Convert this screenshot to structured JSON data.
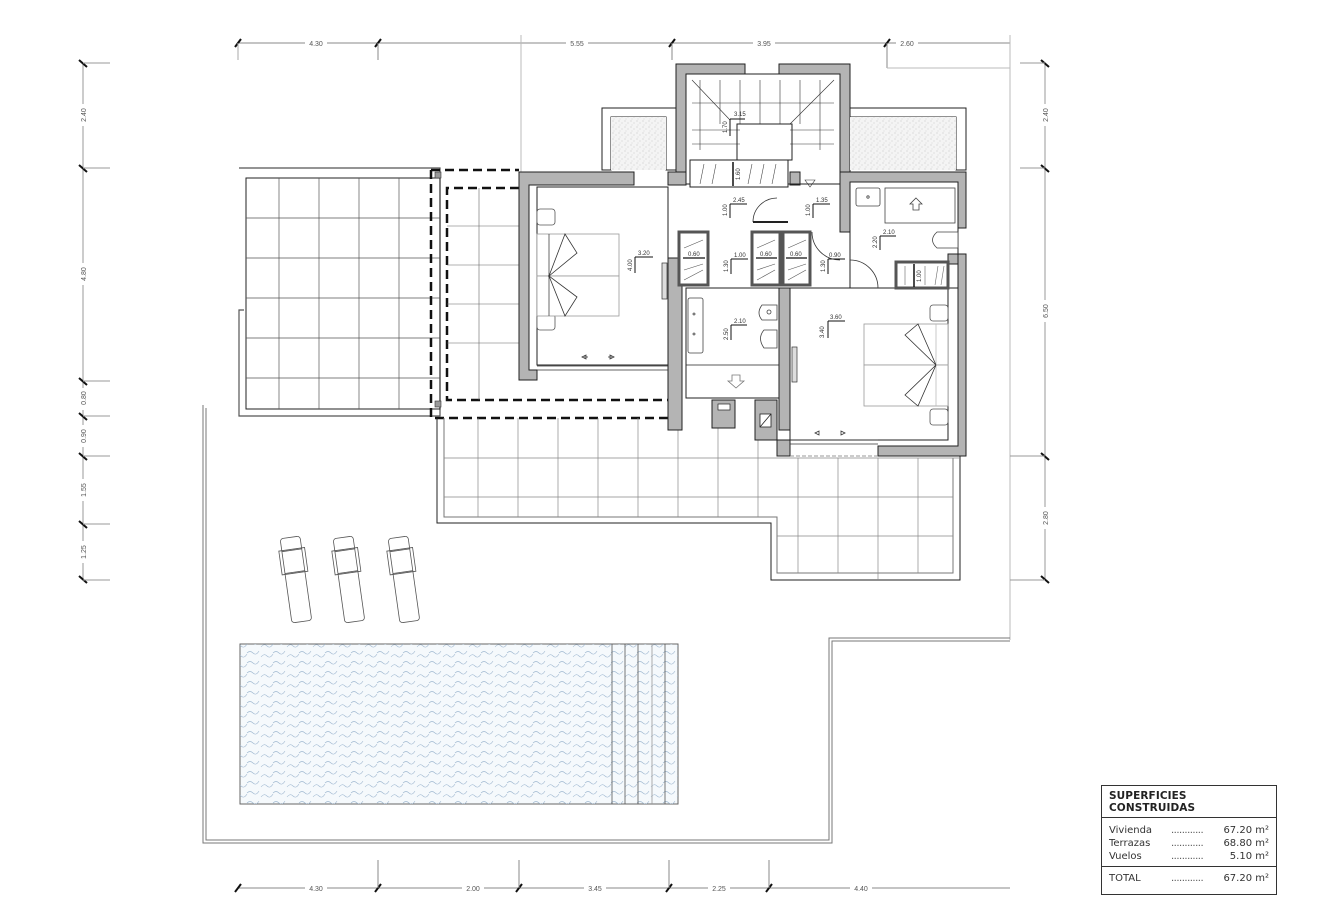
{
  "plan": {
    "type": "architectural floor plan",
    "level": "upper floor with terrace and pool"
  },
  "dimensions": {
    "top": [
      "4.30",
      "5.55",
      "3.95",
      "2.60"
    ],
    "bottom": [
      "4.30",
      "2.00",
      "3.45",
      "2.25",
      "4.40"
    ],
    "left": [
      "2.40",
      "4.80",
      "0.80",
      "0.90",
      "1.55",
      "1.25"
    ],
    "right": [
      "2.40",
      "6.50",
      "2.80"
    ]
  },
  "rooms": {
    "stairs": {
      "w": "3.15",
      "h": "1.70"
    },
    "stair_closet": {
      "h": "1.60"
    },
    "bedroom_1": {
      "w": "3.20",
      "h": "4.00"
    },
    "hall_1": {
      "w": "2.45",
      "h": "1.00"
    },
    "hall_2": {
      "w": "1.35",
      "h": "1.00"
    },
    "dressing": {
      "w": "1.00",
      "h": "1.30"
    },
    "closet_1": {
      "w": "0.60"
    },
    "closet_2": {
      "w": "0.60"
    },
    "closet_3": {
      "w": "0.60"
    },
    "corridor": {
      "w": "0.90",
      "h": "1.30"
    },
    "bathroom_1": {
      "w": "2.10",
      "h": "2.50"
    },
    "bathroom_2": {
      "w": "2.10",
      "h": "2.20"
    },
    "closet_4": {
      "h": "1.00"
    },
    "bedroom_2": {
      "w": "3.60",
      "h": "3.40"
    }
  },
  "surfaces": {
    "title": "SUPERFICIES CONSTRUIDAS",
    "rows": [
      {
        "label": "Vivienda",
        "dots": "............",
        "value": "67.20 m²"
      },
      {
        "label": "Terrazas",
        "dots": "............",
        "value": "68.80 m²"
      },
      {
        "label": "Vuelos",
        "dots": "............",
        "value": "5.10 m²"
      }
    ],
    "total": {
      "label": "TOTAL",
      "dots": "............",
      "value": "67.20 m²"
    }
  },
  "colors": {
    "wall_fill": "#b4b4b4",
    "line": "#222222",
    "grid": "#888888",
    "pool": "#9fb8d0"
  }
}
